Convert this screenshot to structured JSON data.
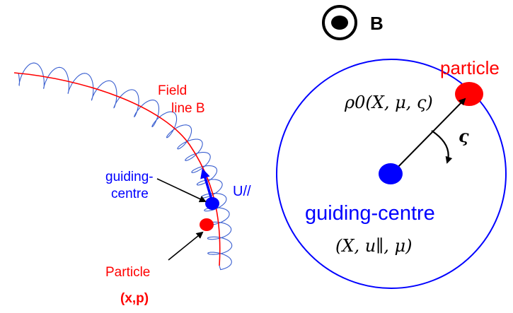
{
  "left_panel": {
    "field_line_label_1": "Field",
    "field_line_label_2": "line B",
    "guiding_centre_label_1": "guiding-",
    "guiding_centre_label_2": "centre",
    "parallel_velocity_label": "U//",
    "particle_label": "Particle",
    "particle_coords": "(x,p)"
  },
  "right_panel": {
    "field_symbol": "B",
    "particle_label": "particle",
    "gyroradius_label": "ρ0(X, μ, ς)",
    "gyroangle_symbol": "ς",
    "guiding_centre_label": "guiding-centre",
    "guiding_centre_coords": "(X, u∥, μ)"
  },
  "colors": {
    "field_line": "#ff0000",
    "orbit": "#3a5fd0",
    "guiding_centre": "#0000ff",
    "particle": "#ff0000",
    "text_blue": "#0000ff",
    "text_red": "#ff0000"
  }
}
